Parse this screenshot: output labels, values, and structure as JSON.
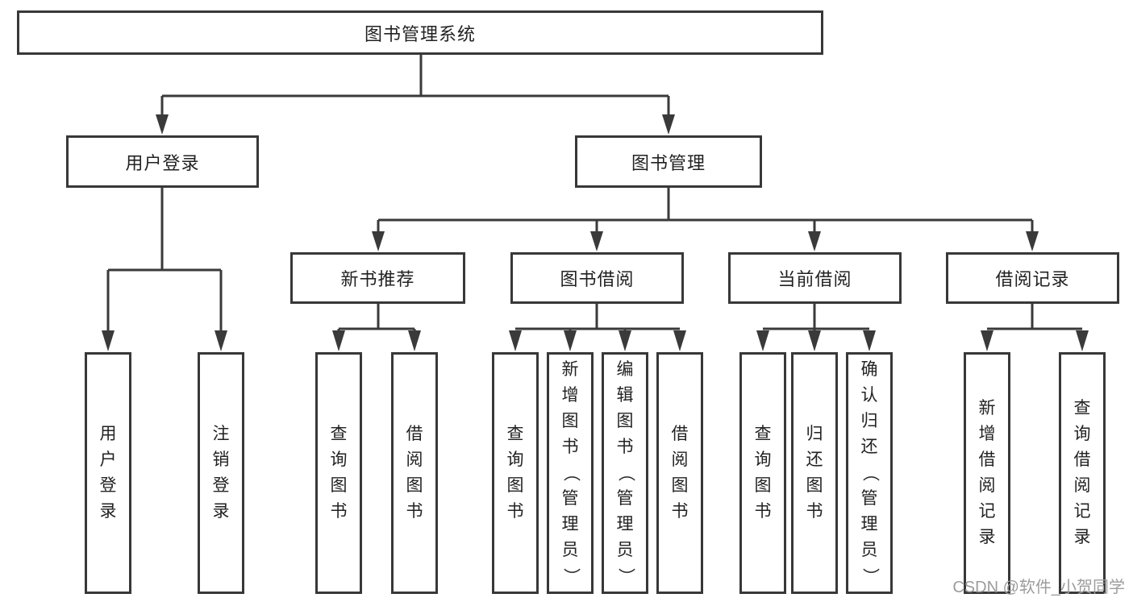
{
  "nodes": {
    "root": {
      "label": "图书管理系统"
    },
    "level1": [
      {
        "label": "用户登录"
      },
      {
        "label": "图书管理"
      }
    ],
    "level2": [
      {
        "label": "新书推荐"
      },
      {
        "label": "图书借阅"
      },
      {
        "label": "当前借阅"
      },
      {
        "label": "借阅记录"
      }
    ],
    "leaf_groups": {
      "login": [
        "用户登录",
        "注销登录"
      ],
      "recommend": [
        "查询图书",
        "借阅图书"
      ],
      "borrow": [
        "查询图书",
        "新增图书（管理员）",
        "编辑图书（管理员）",
        "借阅图书"
      ],
      "current": [
        "查询图书",
        "归还图书",
        "确认归还（管理员）"
      ],
      "records": [
        "新增借阅记录",
        "查询借阅记录"
      ]
    }
  },
  "watermark": {
    "text": "CSDN @软件_小贺同学"
  },
  "colors": {
    "line": "#3a3a3a",
    "box_border": "#383838",
    "text": "#222222",
    "watermark": "#9c9c9c",
    "background": "#ffffff"
  }
}
